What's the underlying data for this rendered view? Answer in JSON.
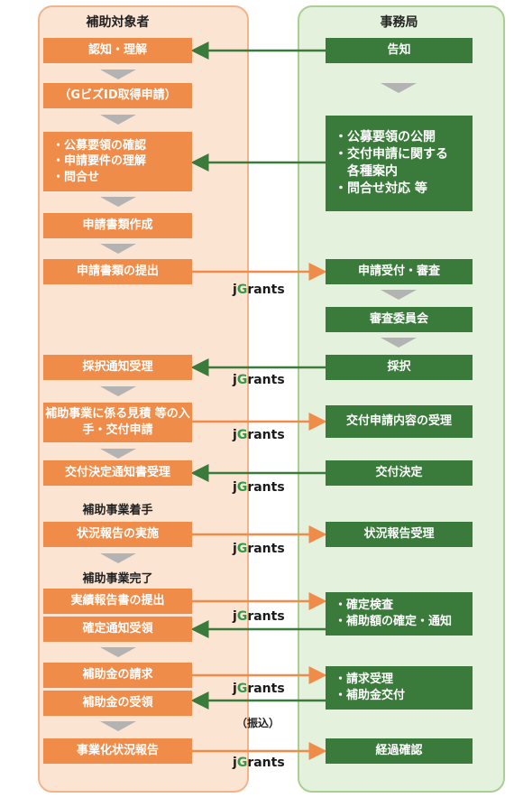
{
  "headers": {
    "left": "補助対象者",
    "right": "事務局"
  },
  "left_steps": {
    "s1": "認知・理解",
    "s2": "（GビズID取得申請）",
    "s3": "・公募要領の確認\n・申請要件の理解\n・問合せ",
    "s4": "申請書類作成",
    "s5": "申請書類の提出",
    "s6": "採択通知受理",
    "s7": "補助事業に係る見積\n等の入手・交付申請",
    "s8": "交付決定通知書受理",
    "s9": "状況報告の実施",
    "s10": "実績報告書の提出",
    "s11": "確定通知受領",
    "s12": "補助金の請求",
    "s13": "補助金の受領",
    "s14": "事業化状況報告"
  },
  "right_steps": {
    "r1": "告知",
    "r2": "・公募要領の公開\n・交付申請に関する\n　各種案内\n・問合せ対応 等",
    "r3": "申請受付・審査",
    "r4": "審査委員会",
    "r5": "採択",
    "r6": "交付申請内容の受理",
    "r7": "交付決定",
    "r8": "状況報告受理",
    "r9": "・確定検査\n・補助額の確定・通知",
    "r10": "・請求受理\n・補助金交付",
    "r11": "経過確認"
  },
  "sections": {
    "start": "補助事業着手",
    "end": "補助事業完了"
  },
  "jgrants": {
    "j": "j",
    "G": "G",
    "rest": "rants"
  },
  "transfer_note": "（振込）",
  "colors": {
    "orange": "#f08c4a",
    "green": "#3a7a3a",
    "left_bg": "#fbe4d2",
    "right_bg": "#e4f1dc",
    "arrow_orange": "#f08c4a",
    "arrow_green": "#3a7a3a"
  }
}
